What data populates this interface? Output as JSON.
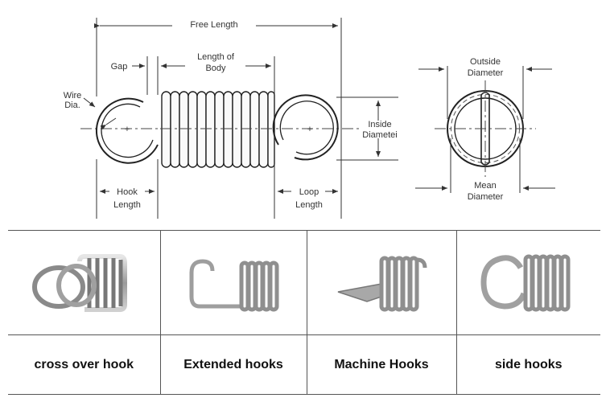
{
  "diagram": {
    "labels": {
      "free_length": "Free Length",
      "gap": "Gap",
      "length_of_body_1": "Length of",
      "length_of_body_2": "Body",
      "wire_dia_1": "Wire",
      "wire_dia_2": "Dia.",
      "inside_diameter_1": "Inside",
      "inside_diameter_2": "Diametei",
      "hook_length_1": "Hook",
      "hook_length_2": "Length",
      "loop_length_1": "Loop",
      "loop_length_2": "Length",
      "outside_diameter_1": "Outside",
      "outside_diameter_2": "Diameter",
      "mean_diameter_1": "Mean",
      "mean_diameter_2": "Diameter"
    }
  },
  "hook_types": [
    {
      "label": "cross over hook",
      "icon": "cross-over-hook-icon"
    },
    {
      "label": "Extended hooks",
      "icon": "extended-hook-icon"
    },
    {
      "label": "Machine Hooks",
      "icon": "machine-hook-icon"
    },
    {
      "label": "side hooks",
      "icon": "side-hook-icon"
    }
  ],
  "colors": {
    "line": "#333333",
    "metal": "#b5b5b5",
    "border": "#555555"
  }
}
